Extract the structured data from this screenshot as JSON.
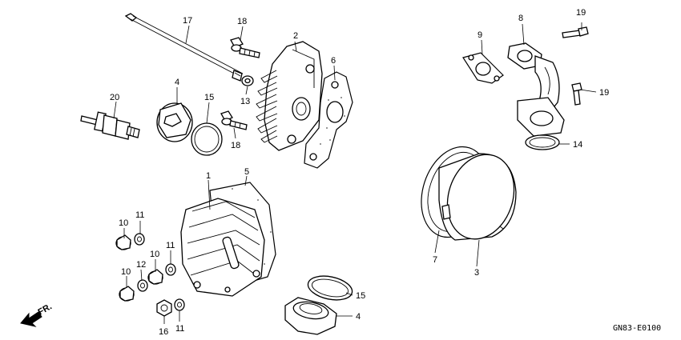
{
  "diagram": {
    "callouts": {
      "c1": "1",
      "c2": "2",
      "c4a": "4",
      "c4b": "4",
      "c5": "5",
      "c6": "6",
      "c7": "7",
      "c3": "3",
      "c8": "8",
      "c9": "9",
      "c10a": "10",
      "c10b": "10",
      "c10c": "10",
      "c11a": "11",
      "c11b": "11",
      "c11c": "11",
      "c12": "12",
      "c13": "13",
      "c14": "14",
      "c15a": "15",
      "c15b": "15",
      "c16": "16",
      "c17": "17",
      "c18a": "18",
      "c18b": "18",
      "c19a": "19",
      "c19b": "19",
      "c20": "20"
    },
    "direction_label": "FR.",
    "drawing_code": "GN83-E0100"
  }
}
